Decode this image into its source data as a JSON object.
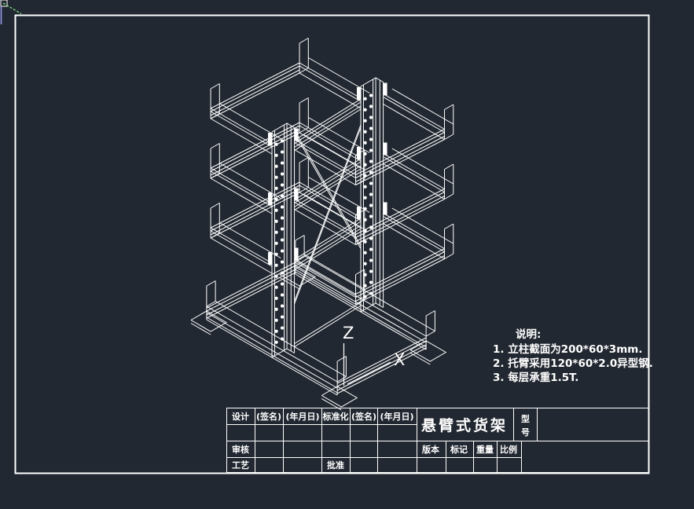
{
  "app": {
    "background": "#222831",
    "line_color": "#ffffff"
  },
  "crosshair": {
    "axis1_color": "#7dd87d",
    "axis2_color": "#9898ee"
  },
  "ucs": {
    "z_label": "Z",
    "x_label": "X"
  },
  "notes": {
    "heading": "说明:",
    "items": [
      "1. 立柱截面为200*60*3mm.",
      "2. 托臂采用120*60*2.0异型钢.",
      "3. 每层承重1.5T."
    ]
  },
  "titleblock": {
    "design_label": "设计",
    "sig1_label": "(签名)",
    "date1_label": "(年月日)",
    "standardization_label": "标准化",
    "sig2_label": "(签名)",
    "date2_label": "(年月日)",
    "title": "悬臂式货架",
    "model_label": "型号",
    "review_label": "审核",
    "process_label": "工艺",
    "approve_label": "批准",
    "version_label": "版本",
    "mark_label": "标记",
    "weight_label": "重量",
    "scale_label": "比例"
  },
  "drawing": {
    "line_color": "#ffffff",
    "rack": {
      "iso_a": [
        0.866,
        0.5
      ],
      "iso_v": [
        0.866,
        -0.5
      ],
      "col1_base": [
        346,
        455
      ],
      "col2_base": [
        459,
        397
      ],
      "column_height": 287,
      "col_face_w": 22,
      "col_side_w": 11,
      "arm_levels": [
        272,
        196,
        120
      ],
      "arm_len": 90,
      "arm_depth": 13,
      "arm_top_w": 13,
      "lip_h": 25,
      "base_len": 96,
      "base_h": 17,
      "base_lip_h": 26,
      "hole_spacing": 14,
      "hole_r": 2.1,
      "braces": [
        [
          66,
          238
        ],
        [
          284,
          84
        ]
      ],
      "brace_gap": 3.5
    }
  }
}
